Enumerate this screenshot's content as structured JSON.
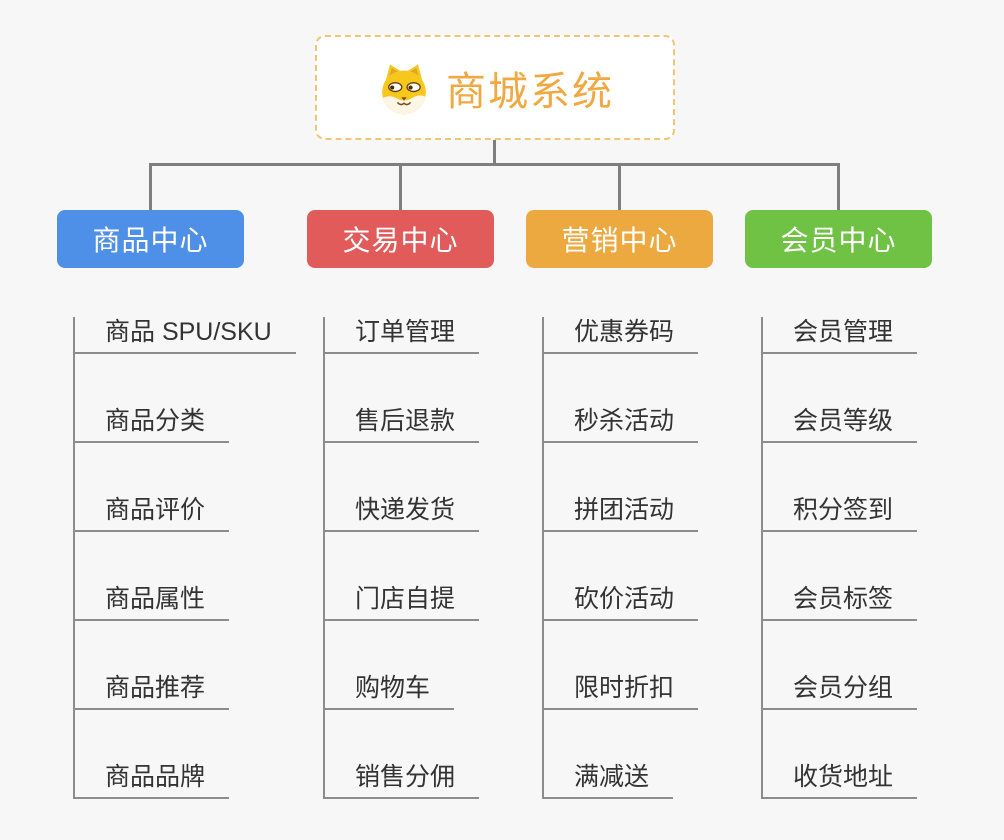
{
  "page": {
    "background_color": "#F7F7F7",
    "connector_color": "#7F7F7F",
    "underline_color": "#8C8C8C"
  },
  "root": {
    "title": "商城系统",
    "icon": "dog-face-icon",
    "text_color": "#F0A840",
    "border_color": "#F3C475",
    "background": "#FFFFFF"
  },
  "branches": [
    {
      "label": "商品中心",
      "color": "#4E8FE8",
      "children": [
        "商品 SPU/SKU",
        "商品分类",
        "商品评价",
        "商品属性",
        "商品推荐",
        "商品品牌"
      ]
    },
    {
      "label": "交易中心",
      "color": "#E25B5B",
      "children": [
        "订单管理",
        "售后退款",
        "快递发货",
        "门店自提",
        "购物车",
        "销售分佣"
      ]
    },
    {
      "label": "营销中心",
      "color": "#EBA93F",
      "children": [
        "优惠券码",
        "秒杀活动",
        "拼团活动",
        "砍价活动",
        "限时折扣",
        "满减送"
      ]
    },
    {
      "label": "会员中心",
      "color": "#6FC244",
      "children": [
        "会员管理",
        "会员等级",
        "积分签到",
        "会员标签",
        "会员分组",
        "收货地址"
      ]
    }
  ]
}
